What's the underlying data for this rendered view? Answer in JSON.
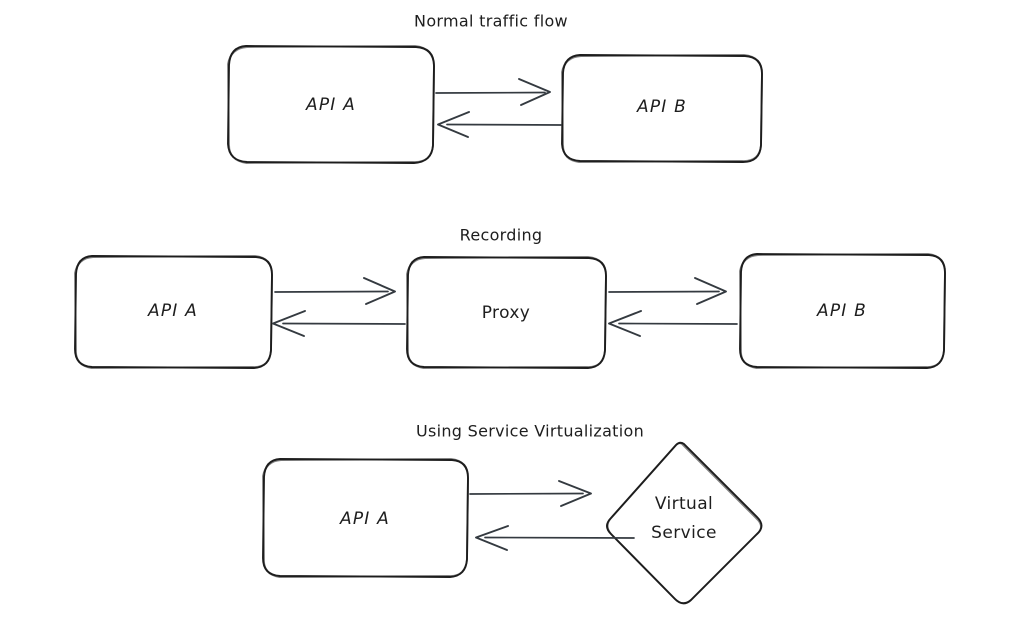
{
  "diagram": {
    "background": "#ffffff",
    "style": "hand-drawn sketch",
    "stroke_color": "#1e1e1e",
    "arrow_color": "#343a40",
    "sections": [
      {
        "id": "normal-traffic-flow",
        "title": "Normal traffic flow",
        "nodes": [
          {
            "id": "top-api-a",
            "label": "API A",
            "shape": "rounded-rect",
            "fill": "#fdfbe8",
            "hatch": "#efe7ae"
          },
          {
            "id": "top-api-b",
            "label": "API B",
            "shape": "rounded-rect",
            "fill": "#fdfbe8",
            "hatch": "#efe7ae"
          }
        ],
        "connectors": [
          {
            "id": "top-a-to-b",
            "from": "API A",
            "to": "API B",
            "direction": "right"
          },
          {
            "id": "top-b-to-a",
            "from": "API B",
            "to": "API A",
            "direction": "left"
          }
        ]
      },
      {
        "id": "recording",
        "title": "Recording",
        "nodes": [
          {
            "id": "mid-api-a",
            "label": "API A",
            "shape": "rounded-rect",
            "fill": "#fdfbe8",
            "hatch": "#efe7ae"
          },
          {
            "id": "mid-proxy",
            "label": "Proxy",
            "shape": "rounded-rect",
            "fill": "#f1f7fd",
            "hatch": "#c6daf1"
          },
          {
            "id": "mid-api-b",
            "label": "API B",
            "shape": "rounded-rect",
            "fill": "#fdfbe8",
            "hatch": "#efe7ae"
          }
        ],
        "connectors": [
          {
            "id": "mid-a-to-proxy",
            "from": "API A",
            "to": "Proxy",
            "direction": "right"
          },
          {
            "id": "mid-proxy-to-a",
            "from": "Proxy",
            "to": "API A",
            "direction": "left"
          },
          {
            "id": "mid-proxy-to-b",
            "from": "Proxy",
            "to": "API B",
            "direction": "right"
          },
          {
            "id": "mid-b-to-proxy",
            "from": "API B",
            "to": "Proxy",
            "direction": "left"
          }
        ]
      },
      {
        "id": "using-service-virtualization",
        "title": "Using Service Virtualization",
        "nodes": [
          {
            "id": "bot-api-a",
            "label": "API A",
            "shape": "rounded-rect",
            "fill": "#fdfbe8",
            "hatch": "#efe7ae"
          },
          {
            "id": "bot-virtual-service",
            "label_line1": "Virtual",
            "label_line2": "Service",
            "shape": "diamond",
            "fill": "#f2faf3",
            "hatch": "#c4e5c8"
          }
        ],
        "connectors": [
          {
            "id": "bot-a-to-vs",
            "from": "API A",
            "to": "Virtual Service",
            "direction": "right"
          },
          {
            "id": "bot-vs-to-a",
            "from": "Virtual Service",
            "to": "API A",
            "direction": "left"
          }
        ]
      }
    ]
  }
}
